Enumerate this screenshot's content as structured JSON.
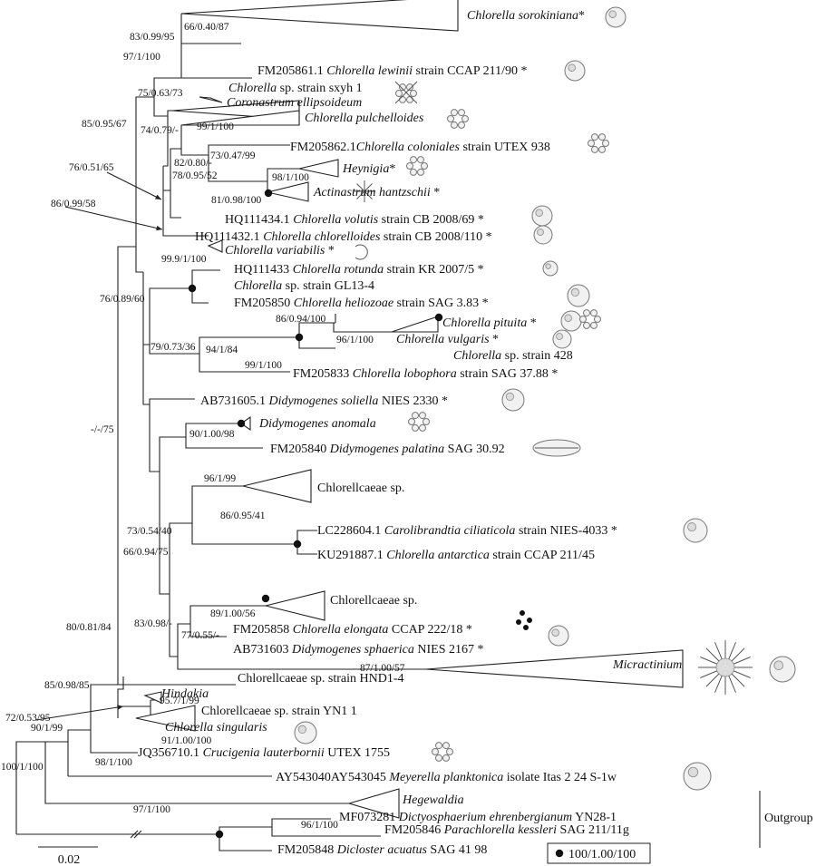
{
  "taxa": {
    "sorokiniana": [
      {
        "t": "Chlorella sorokiniana",
        "i": true
      },
      {
        "t": "*",
        "i": false
      }
    ],
    "lewinii": [
      {
        "t": "FM205861.1 ",
        "i": false
      },
      {
        "t": "Chlorella lewinii",
        "i": true
      },
      {
        "t": " strain CCAP 211/90 *",
        "i": false
      }
    ],
    "sxyh": [
      {
        "t": "Chlorella",
        "i": true
      },
      {
        "t": " sp. strain sxyh 1",
        "i": false
      }
    ],
    "coronastrum": [
      {
        "t": "Coronastrum ellipsoideum",
        "i": true
      }
    ],
    "pulchelloides": [
      {
        "t": "Chlorella pulchelloides",
        "i": true
      }
    ],
    "coloniales": [
      {
        "t": "FM205862.1",
        "i": false
      },
      {
        "t": "Chlorella coloniales",
        "i": true
      },
      {
        "t": " strain UTEX 938",
        "i": false
      }
    ],
    "heynigia": [
      {
        "t": "Heynigia",
        "i": true
      },
      {
        "t": "*",
        "i": false
      }
    ],
    "actinastrum": [
      {
        "t": "Actinastrum hantzschii",
        "i": true
      },
      {
        "t": " *",
        "i": false
      }
    ],
    "volutis": [
      {
        "t": "HQ111434.1 ",
        "i": false
      },
      {
        "t": "Chlorella volutis",
        "i": true
      },
      {
        "t": " strain CB 2008/69 *",
        "i": false
      }
    ],
    "chlorelloides": [
      {
        "t": "HQ111432.1 ",
        "i": false
      },
      {
        "t": "Chlorella chlorelloides",
        "i": true
      },
      {
        "t": " strain CB 2008/110 *",
        "i": false
      }
    ],
    "variabilis": [
      {
        "t": "Chlorella variabilis",
        "i": true
      },
      {
        "t": " *",
        "i": false
      }
    ],
    "rotunda": [
      {
        "t": "HQ111433 ",
        "i": false
      },
      {
        "t": "Chlorella rotunda",
        "i": true
      },
      {
        "t": " strain KR 2007/5 *",
        "i": false
      }
    ],
    "gl13": [
      {
        "t": "Chlorella",
        "i": true
      },
      {
        "t": " sp.  strain GL13-4",
        "i": false
      }
    ],
    "heliozoae": [
      {
        "t": "FM205850 ",
        "i": false
      },
      {
        "t": "Chlorella heliozoae",
        "i": true
      },
      {
        "t": " strain SAG 3.83 *",
        "i": false
      }
    ],
    "pituita": [
      {
        "t": "Chlorella pituita",
        "i": true
      },
      {
        "t": " *",
        "i": false
      }
    ],
    "vulgaris": [
      {
        "t": "Chlorella vulgaris",
        "i": true
      },
      {
        "t": " *",
        "i": false
      }
    ],
    "s428": [
      {
        "t": "Chlorella",
        "i": true
      },
      {
        "t": " sp.  strain 428",
        "i": false
      }
    ],
    "lobophora": [
      {
        "t": "FM205833 ",
        "i": false
      },
      {
        "t": "Chlorella lobophora",
        "i": true
      },
      {
        "t": " strain SAG 37.88 *",
        "i": false
      }
    ],
    "soliella": [
      {
        "t": "AB731605.1 ",
        "i": false
      },
      {
        "t": "Didymogenes soliella",
        "i": true
      },
      {
        "t": "  NIES 2330 *",
        "i": false
      }
    ],
    "anomala": [
      {
        "t": "Didymogenes anomala",
        "i": true
      }
    ],
    "palatina": [
      {
        "t": "FM205840 ",
        "i": false
      },
      {
        "t": "Didymogenes palatina",
        "i": true
      },
      {
        "t": " SAG 30.92",
        "i": false
      }
    ],
    "chsp1": [
      {
        "t": "Chlorellcaeae sp.",
        "i": false
      }
    ],
    "carolibrandtia": [
      {
        "t": "LC228604.1 ",
        "i": false
      },
      {
        "t": "Carolibrandtia ciliaticola",
        "i": true
      },
      {
        "t": " strain NIES-4033 *",
        "i": false
      }
    ],
    "antarctica": [
      {
        "t": "KU291887.1 ",
        "i": false
      },
      {
        "t": "Chlorella antarctica",
        "i": true
      },
      {
        "t": " strain CCAP 211/45",
        "i": false
      }
    ],
    "chsp2": [
      {
        "t": "Chlorellcaeae sp.",
        "i": false
      }
    ],
    "elongata": [
      {
        "t": "FM205858 ",
        "i": false
      },
      {
        "t": "Chlorella elongata",
        "i": true
      },
      {
        "t": " CCAP 222/18 *",
        "i": false
      }
    ],
    "sphaerica": [
      {
        "t": "AB731603 ",
        "i": false
      },
      {
        "t": "Didymogenes sphaerica",
        "i": true
      },
      {
        "t": " NIES 2167 *",
        "i": false
      }
    ],
    "micractinium": [
      {
        "t": "Micractinium",
        "i": true
      }
    ],
    "hnd1": [
      {
        "t": "Chlorellcaeae sp. strain HND1-4",
        "i": false
      }
    ],
    "hindakia": [
      {
        "t": "Hindakia",
        "i": true
      }
    ],
    "yn1": [
      {
        "t": "Chlorellcaeae sp. strain YN1 1",
        "i": false
      }
    ],
    "singularis": [
      {
        "t": "Chlorella singularis",
        "i": true
      }
    ],
    "crucigenia": [
      {
        "t": "JQ356710.1 ",
        "i": false
      },
      {
        "t": "Crucigenia lauterbornii",
        "i": true
      },
      {
        "t": " UTEX 1755",
        "i": false
      }
    ],
    "meyerella": [
      {
        "t": "AY543040AY543045 ",
        "i": false
      },
      {
        "t": "Meyerella planktonica",
        "i": true
      },
      {
        "t": " isolate Itas 2 24 S-1w",
        "i": false
      }
    ],
    "hegewaldia": [
      {
        "t": "Hegewaldia",
        "i": true
      }
    ],
    "dictyosphaerium": [
      {
        "t": "MF073281 ",
        "i": false
      },
      {
        "t": "Dictyosphaerium ehrenbergianum",
        "i": true
      },
      {
        "t": " YN28-1",
        "i": false
      }
    ],
    "parachlorella": [
      {
        "t": "FM205846 ",
        "i": false
      },
      {
        "t": "Parachlorella kessleri",
        "i": true
      },
      {
        "t": " SAG 211/11g",
        "i": false
      }
    ],
    "dicloster": [
      {
        "t": "FM205848 ",
        "i": false
      },
      {
        "t": "Dicloster acuatus",
        "i": true
      },
      {
        "t": " SAG 41 98",
        "i": false
      }
    ]
  },
  "support": {
    "s1": "66/0.40/87",
    "s2": "83/0.99/95",
    "s3": "97/1/100",
    "s4": "75/0.63/73",
    "s5": "85/0.95/67",
    "s6": "99/1/100",
    "s7": "74/0.79/-",
    "s8": "73/0.47/99",
    "s9": "82/0.80/-",
    "s10": "78/0.95/52",
    "s11": "98/1/100",
    "s12": "76/0.51/65",
    "s13": "81/0.98/100",
    "s14": "86/0.99/58",
    "s15": "99.9/1/100",
    "s16": "76/0.89/60",
    "s17": "86/0.94/100",
    "s18": "96/1/100",
    "s19": "79/0.73/36",
    "s20": "94/1/84",
    "s21": "99/1/100",
    "s22": "-/-/75",
    "s23": "90/1.00/98",
    "s24": "96/1/99",
    "s25": "86/0.95/41",
    "s26": "73/0.54/40",
    "s27": "66/0.94/75",
    "s28": "89/1.00/56",
    "s29": "83/0.98/-",
    "s30": "77/0.55/-",
    "s31": "87/1.00/57",
    "s32": "80/0.81/84",
    "s33": "85/0.98/85",
    "s34": "72/0.53/95",
    "s35": "95.7/1/99",
    "s36": "90/1/99",
    "s37": "91/1.00/100",
    "s38": "98/1/100",
    "s39": "100/1/100",
    "s40": "97/1/100",
    "s41": "96/1/100"
  },
  "outgroup_label": "Outgroup",
  "scale_label": "0.02",
  "legend_label": "100/1.00/100"
}
